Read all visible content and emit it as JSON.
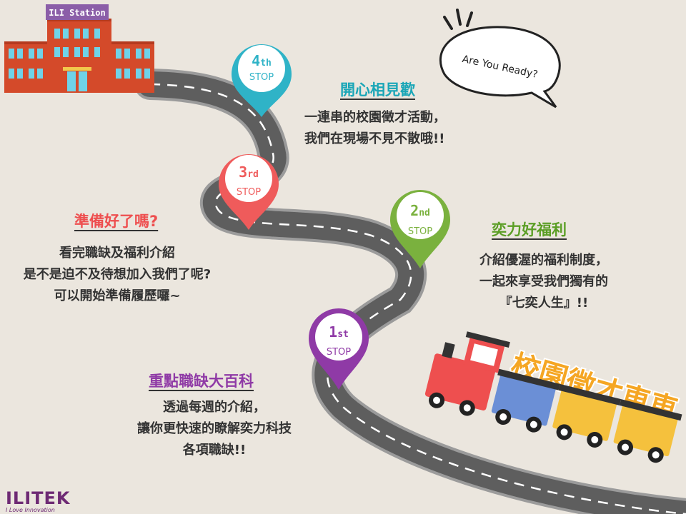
{
  "station": {
    "sign": "ILI Station"
  },
  "bubble": {
    "text": "Are You Ready?"
  },
  "headline": "校園徵才車車",
  "stops": [
    {
      "num": "1",
      "suffix": "st",
      "label": "STOP",
      "color": "#8f3aa6"
    },
    {
      "num": "2",
      "suffix": "nd",
      "label": "STOP",
      "color": "#7ab13e"
    },
    {
      "num": "3",
      "suffix": "rd",
      "label": "STOP",
      "color": "#ef5b5b"
    },
    {
      "num": "4",
      "suffix": "th",
      "label": "STOP",
      "color": "#2fb3c7"
    }
  ],
  "sections": {
    "s4": {
      "title": "開心相見歡",
      "lines": [
        "一連串的校園徵才活動，",
        "我們在現場不見不散哦!!"
      ],
      "color": "#1aa6b7"
    },
    "s3": {
      "title": "準備好了嗎?",
      "lines": [
        "看完職缺及福利介紹",
        "是不是迫不及待想加入我們了呢?",
        "可以開始準備履歷囉~"
      ],
      "color": "#ee4f4f"
    },
    "s2": {
      "title": "奕力好福利",
      "lines": [
        "介紹優渥的福利制度，",
        "一起來享受我們獨有的",
        "『七奕人生』!!"
      ],
      "color": "#5b9e25"
    },
    "s1": {
      "title": "重點職缺大百科",
      "lines": [
        "透過每週的介紹，",
        "讓你更快速的瞭解奕力科技",
        "各項職缺!!"
      ],
      "color": "#8f3aa6"
    }
  },
  "logo": {
    "name": "ILITEK",
    "tagline": "I Love Innovation"
  }
}
